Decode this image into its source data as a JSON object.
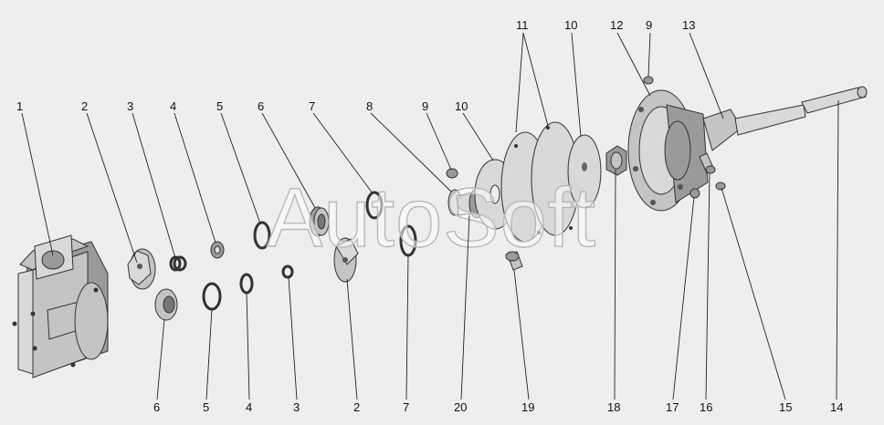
{
  "watermark": "AutoSoft",
  "callouts": [
    {
      "id": "1"
    },
    {
      "id": "2"
    },
    {
      "id": "3"
    },
    {
      "id": "4"
    },
    {
      "id": "5"
    },
    {
      "id": "6"
    },
    {
      "id": "7"
    },
    {
      "id": "8"
    },
    {
      "id": "9"
    },
    {
      "id": "10"
    },
    {
      "id": "11"
    },
    {
      "id": "10"
    },
    {
      "id": "9"
    },
    {
      "id": "12"
    },
    {
      "id": "13"
    },
    {
      "id": "14"
    },
    {
      "id": "15"
    },
    {
      "id": "16"
    },
    {
      "id": "17"
    },
    {
      "id": "18"
    },
    {
      "id": "19"
    },
    {
      "id": "20"
    },
    {
      "id": "7"
    },
    {
      "id": "2"
    },
    {
      "id": "3"
    },
    {
      "id": "4"
    },
    {
      "id": "5"
    },
    {
      "id": "6"
    }
  ]
}
